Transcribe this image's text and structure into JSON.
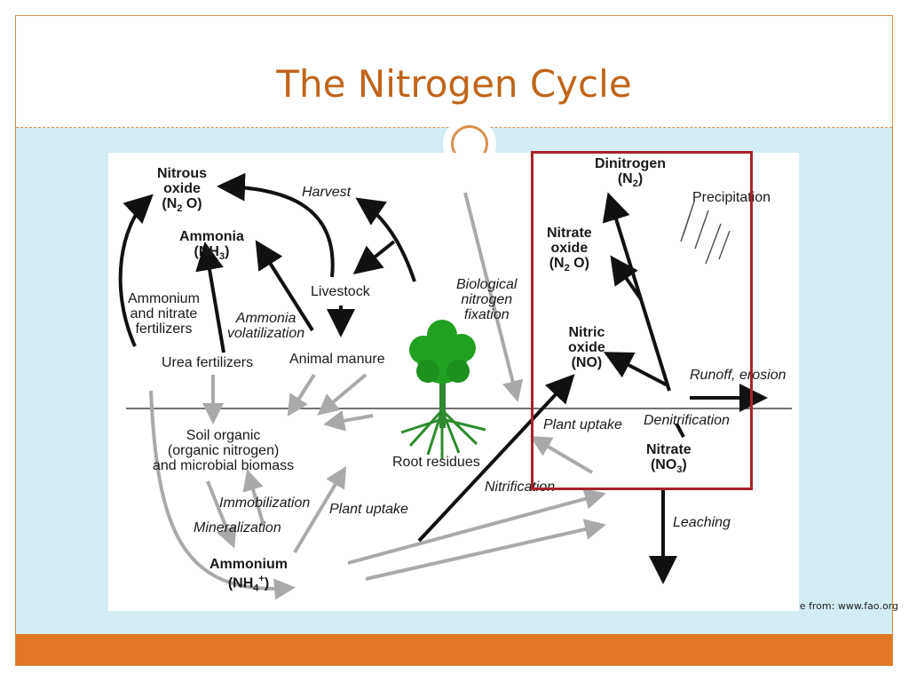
{
  "slide": {
    "title": "The Nitrogen Cycle",
    "credit": "Image from: www.fao.org",
    "accent_color": "#e07722",
    "title_color": "#c0651b",
    "panel_color": "#d4ecf4",
    "highlight_color": "#a8232a"
  },
  "diagram": {
    "nitrous_oxide": {
      "line1": "Nitrous",
      "line2": "oxide",
      "formula": "(N",
      "sub": "2",
      "tail": " O)"
    },
    "ammonia": {
      "line1": "Ammonia",
      "formula": "(NH",
      "sub": "3",
      "tail": ")"
    },
    "harvest": "Harvest",
    "livestock": "Livestock",
    "fertilizers": {
      "line1": "Ammonium",
      "line2": "and nitrate",
      "line3": "fertilizers"
    },
    "ammonia_volatilization": {
      "line1": "Ammonia",
      "line2": "volatilization"
    },
    "urea": "Urea fertilizers",
    "animal_manure": "Animal manure",
    "biological_fixation": {
      "line1": "Biological",
      "line2": "nitrogen",
      "line3": "fixation"
    },
    "soil_organic": {
      "line1": "Soil organic",
      "line2": "(organic nitrogen)",
      "line3": "and microbial biomass"
    },
    "root_residues": "Root residues",
    "immobilization": "Immobilization",
    "mineralization": "Mineralization",
    "plant_uptake_lower": "Plant uptake",
    "ammonium": {
      "line1": "Ammonium",
      "formula": "(NH",
      "sub": "4",
      "sup": "+",
      "tail": ")"
    },
    "nitrification": "Nitrification",
    "dinitrogen": {
      "line1": "Dinitrogen",
      "formula": "(N",
      "sub": "2",
      "tail": ")"
    },
    "precipitation": "Precipitation",
    "nitrate_oxide": {
      "line1": "Nitrate",
      "line2": "oxide",
      "formula": "(N",
      "sub": "2",
      "tail": " O)"
    },
    "nitric_oxide": {
      "line1": "Nitric",
      "line2": "oxide",
      "line3": "(NO)"
    },
    "runoff": "Runoff, erosion",
    "plant_uptake_upper": "Plant uptake",
    "denitrification": "Denitrification",
    "nitrate": {
      "line1": "Nitrate",
      "formula": "(NO",
      "sub": "3",
      "tail": ")"
    },
    "leaching": "Leaching",
    "tree_icon": "tree-icon",
    "rain_icon": "rain-icon"
  }
}
